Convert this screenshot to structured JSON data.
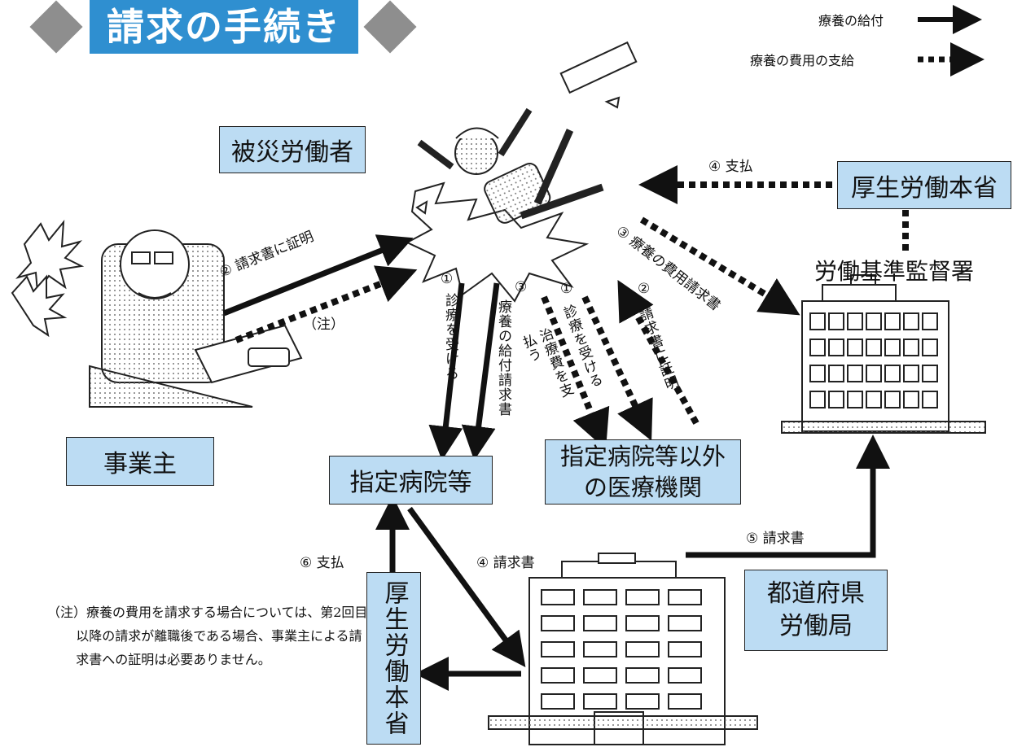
{
  "title": "請求の手続き",
  "legend": {
    "solid_label": "療養の給付",
    "dotted_label": "療養の費用の支給"
  },
  "boxes": {
    "injured_worker": "被災労働者",
    "employer": "事業主",
    "designated_hospital": "指定病院等",
    "other_medical": "指定病院等以外\nの医療機関",
    "mhlw_top": "厚生労働本省",
    "mhlw_vertical": "厚生労働本省",
    "prefectural_bureau": "都道府県\n労働局"
  },
  "labels": {
    "labor_office": "労働基準監督署",
    "employer_certify": "② 請求書に証明",
    "note_mark": "（注）",
    "pay_top": "④ 支払",
    "cost_claim": "③ 療養の費用請求書",
    "step1_num": "①",
    "step1_text": "診療を受ける",
    "step3_num": "③",
    "step3_text": "療養の給付請求書",
    "other1_num": "①",
    "other1_text": "診療を受ける",
    "other_pay_text": "治療費を支払う",
    "other2_num": "②",
    "other2_text": "請求書に証明",
    "claim4": "④ 請求書",
    "claim5": "⑤ 請求書",
    "pay6": "⑥ 支払"
  },
  "note": "（注）療養の費用を請求する場合については、第2回目以降の請求が離職後である場合、事業主による請求書への証明は必要ありません。",
  "colors": {
    "banner": "#2f8fd0",
    "box_fill": "#bcdcf3",
    "diamond": "#8e8e8e",
    "ink": "#111111"
  }
}
